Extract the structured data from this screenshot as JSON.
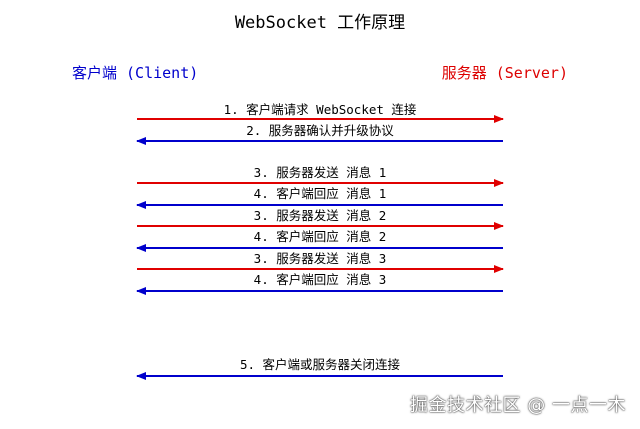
{
  "title": "WebSocket 工作原理",
  "actors": {
    "client": {
      "label": "客户端 (Client)",
      "color": "#0000cc"
    },
    "server": {
      "label": "服务器 (Server)",
      "color": "#dd0000"
    }
  },
  "colors": {
    "to_server": "#e00000",
    "to_client": "#0000cc"
  },
  "messages": [
    {
      "label": "1. 客户端请求 WebSocket 连接",
      "direction": "to_server"
    },
    {
      "label": "2. 服务器确认并升级协议",
      "direction": "to_client"
    },
    {
      "label": "3. 服务器发送 消息 1",
      "direction": "to_server"
    },
    {
      "label": "4. 客户端回应 消息 1",
      "direction": "to_client"
    },
    {
      "label": "3. 服务器发送 消息 2",
      "direction": "to_server"
    },
    {
      "label": "4. 客户端回应 消息 2",
      "direction": "to_client"
    },
    {
      "label": "3. 服务器发送 消息 3",
      "direction": "to_server"
    },
    {
      "label": "4. 客户端回应 消息 3",
      "direction": "to_client"
    },
    {
      "label": "5. 客户端或服务器关闭连接",
      "direction": "to_client"
    }
  ],
  "watermark": "掘金技术社区 @ 一点一木"
}
